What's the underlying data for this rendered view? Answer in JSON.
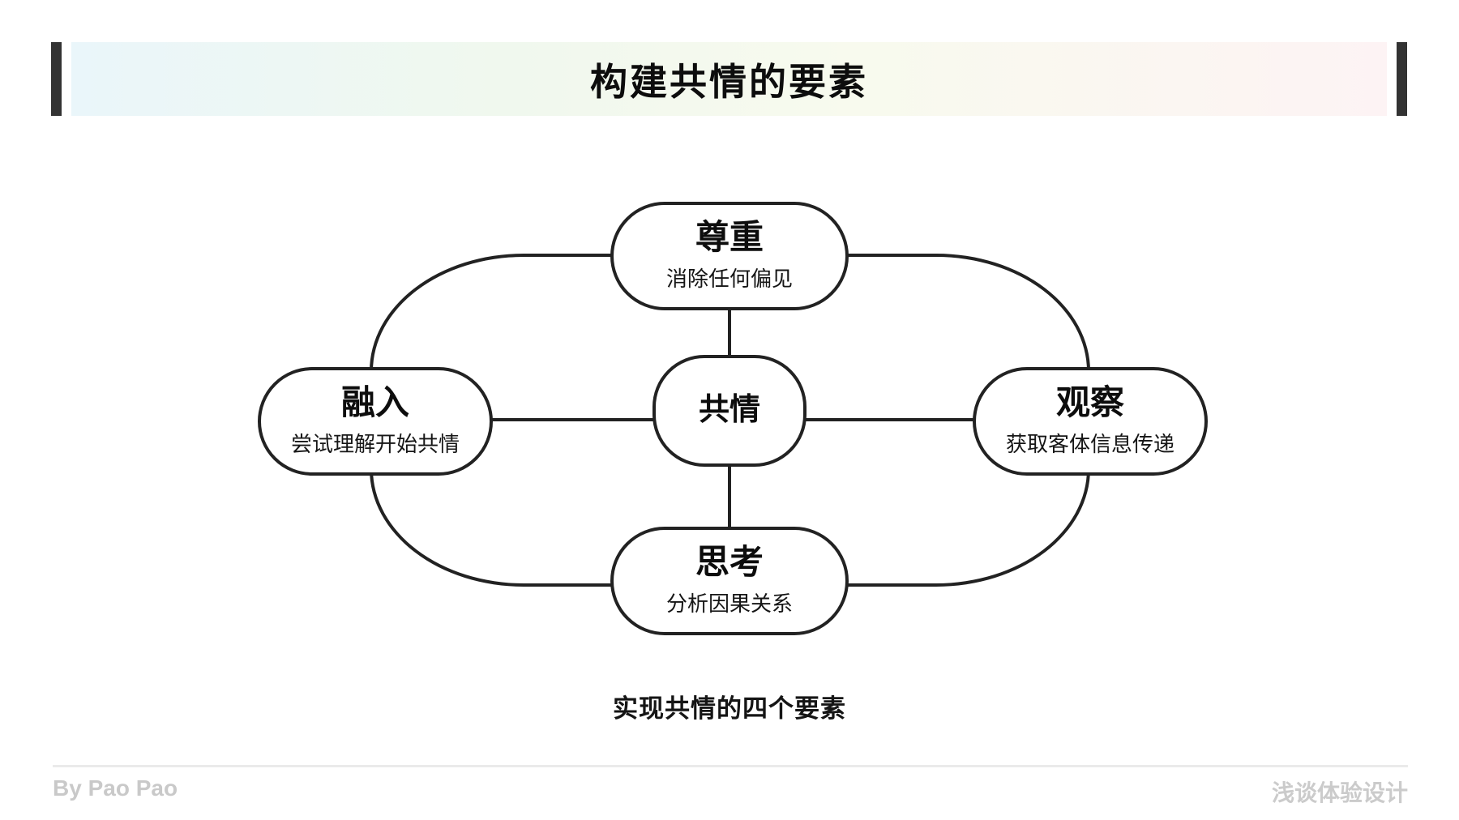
{
  "header": {
    "title": "构建共情的要素"
  },
  "diagram": {
    "center": {
      "label": "共情"
    },
    "nodes": [
      {
        "id": "respect",
        "position": "top",
        "label": "尊重",
        "desc": "消除任何偏见"
      },
      {
        "id": "immerse",
        "position": "left",
        "label": "融入",
        "desc": "尝试理解开始共情"
      },
      {
        "id": "observe",
        "position": "right",
        "label": "观察",
        "desc": "获取客体信息传递"
      },
      {
        "id": "think",
        "position": "bottom",
        "label": "思考",
        "desc": "分析因果关系"
      }
    ],
    "caption": "实现共情的四个要素"
  },
  "footer": {
    "author": "By Pao Pao",
    "brand": "浅谈体验设计"
  },
  "colors": {
    "line": "#222222",
    "accent_bar": "#333333",
    "footer_text": "#c9c9c9",
    "banner_gradient": [
      "#eaf6fa",
      "#f0f8ee",
      "#f8faee",
      "#fdf3f4"
    ]
  }
}
